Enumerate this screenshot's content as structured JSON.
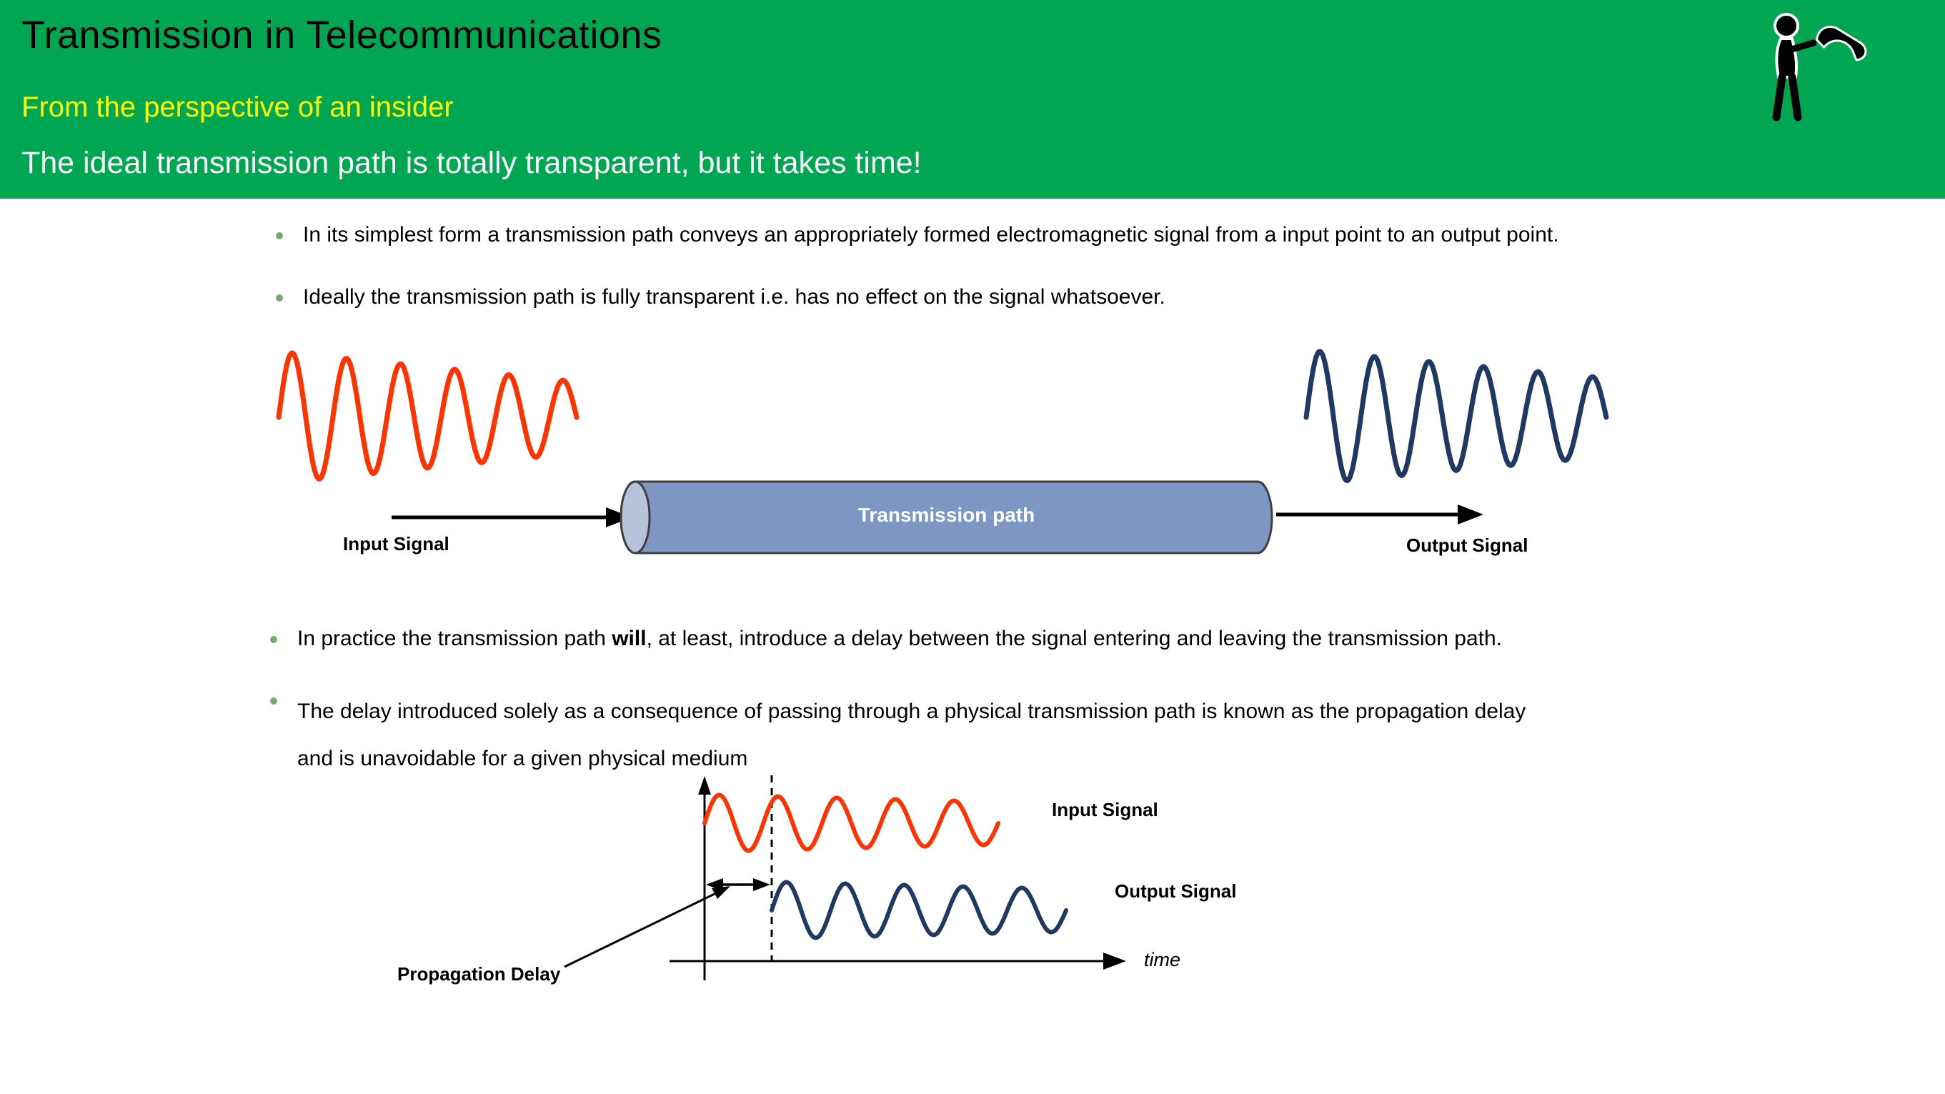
{
  "header": {
    "title": "Transmission in Telecommunications",
    "subtitle": "From the perspective of an insider",
    "tagline": "The ideal transmission path is totally transparent, but it takes time!",
    "colors": {
      "banner": "#00A651",
      "title": "#000000",
      "subtitle": "#FFFF00",
      "tagline": "#FFFFFF"
    },
    "logo": "person-with-phone-icon"
  },
  "bullets": {
    "b1": "In its simplest form a transmission path conveys an appropriately formed electromagnetic signal from a input point to an output point.",
    "b2": "Ideally the transmission path is fully transparent i.e. has no effect on the signal whatsoever.",
    "b3_pre": "In practice the transmission path ",
    "b3_bold": "will",
    "b3_post": ", at least, introduce a delay between the signal entering and leaving the transmission path.",
    "b4_line1": "The delay introduced solely as a consequence of passing through a physical transmission path is known as the propagation delay",
    "b4_line2": "and is unavoidable for a given physical medium"
  },
  "diagram_path": {
    "input_label": "Input Signal",
    "output_label": "Output Signal",
    "cylinder_label": "Transmission path",
    "colors": {
      "input_wave": "#FF3300",
      "output_wave": "#1F3864",
      "cylinder_fill": "#7D96C4",
      "cylinder_cap": "#B7C3DB"
    }
  },
  "diagram_delay": {
    "input_label": "Input Signal",
    "output_label": "Output Signal",
    "time_label": "time",
    "delay_label": "Propagation Delay",
    "colors": {
      "input_wave": "#FF3300",
      "output_wave": "#1F3864"
    }
  }
}
